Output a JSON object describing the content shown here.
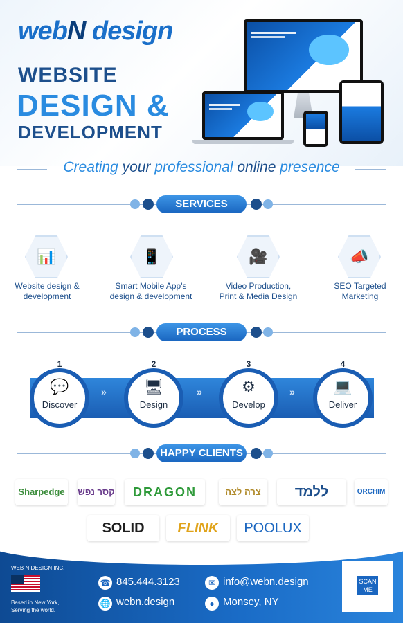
{
  "header": {
    "logo_web": "web",
    "logo_n": "N",
    "logo_design": " design",
    "headline_1": "WEBSITE",
    "headline_2": "DESIGN &",
    "headline_3": "DEVELOPMENT"
  },
  "tagline": {
    "part1": "Creating ",
    "part2": "your ",
    "part3": "professional ",
    "part4": "online ",
    "part5": "presence"
  },
  "sections": {
    "services": "SERVICES",
    "process": "PROCESS",
    "clients": "HAPPY CLIENTS"
  },
  "services": [
    {
      "label": "Website design &\ndevelopment",
      "icon": "chart-monitor-icon"
    },
    {
      "label": "Smart Mobile App's\ndesign & development",
      "icon": "mobile-gear-icon"
    },
    {
      "label": "Video Production,\nPrint & Media Design",
      "icon": "video-camera-icon"
    },
    {
      "label": "SEO Targeted\nMarketing",
      "icon": "megaphone-target-icon"
    }
  ],
  "process": [
    {
      "num": "1",
      "label": "Discover",
      "icon": "chat-bubble-icon"
    },
    {
      "num": "2",
      "label": "Design",
      "icon": "monitor-brush-icon"
    },
    {
      "num": "3",
      "label": "Develop",
      "icon": "gear-target-icon"
    },
    {
      "num": "4",
      "label": "Deliver",
      "icon": "devices-icon"
    }
  ],
  "process_arrow": "»",
  "clients": [
    {
      "name": "Sharpedge",
      "color": "#3a8c3a"
    },
    {
      "name": "קסר נפש",
      "color": "#6a3c8c"
    },
    {
      "name": "DRAGON",
      "color": "#2f9a3a"
    },
    {
      "name": "צרה לצה",
      "color": "#b08a2a"
    },
    {
      "name": "ללמד",
      "color": "#1d4f8c"
    },
    {
      "name": "ORCHIM",
      "color": "#1a66c0"
    },
    {
      "name": "SOLID",
      "color": "#1f1f1f"
    },
    {
      "name": "FLINK",
      "color": "#e0a31a"
    },
    {
      "name": "POOLUX",
      "color": "#1a66c0"
    }
  ],
  "footer": {
    "company": "WEB N DESIGN INC.",
    "location_1": "Based in New York,",
    "location_2": "Serving the world.",
    "phone": "845.444.3123",
    "email": "info@webn.design",
    "website": "webn.design",
    "address": "Monsey, NY",
    "qr_label": "SCAN ME"
  },
  "colors": {
    "primary": "#1a66c0",
    "dark": "#1d4f8c",
    "accent": "#2a8be0"
  }
}
